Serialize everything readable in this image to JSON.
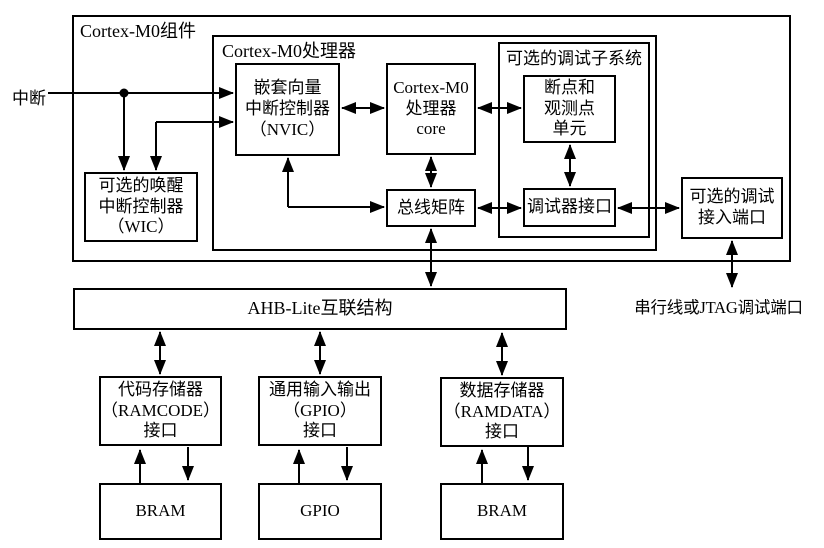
{
  "colors": {
    "line": "#000000",
    "text": "#000000",
    "background": "#ffffff"
  },
  "labels": {
    "interrupt": "中断",
    "serial_debug_port": "串行线或JTAG调试端口"
  },
  "containers": {
    "component": "Cortex-M0组件",
    "processor": "Cortex-M0处理器",
    "debug_subsystem": "可选的调试子系统"
  },
  "blocks": {
    "wic": "可选的唤醒\n中断控制器\n（WIC）",
    "nvic": "嵌套向量\n中断控制器\n（NVIC）",
    "core": "Cortex-M0\n处理器\ncore",
    "breakpoint_watchpoint": "断点和\n观测点\n单元",
    "bus_matrix": "总线矩阵",
    "debugger_interface": "调试器接口",
    "debug_access_port": "可选的调试\n接入端口",
    "ahb_lite": "AHB-Lite互联结构",
    "ramcode_interface": "代码存储器\n（RAMCODE）\n接口",
    "gpio_interface": "通用输入输出\n（GPIO）\n接口",
    "ramdata_interface": "数据存储器\n（RAMDATA）\n接口",
    "bram_left": "BRAM",
    "gpio": "GPIO",
    "bram_right": "BRAM"
  }
}
